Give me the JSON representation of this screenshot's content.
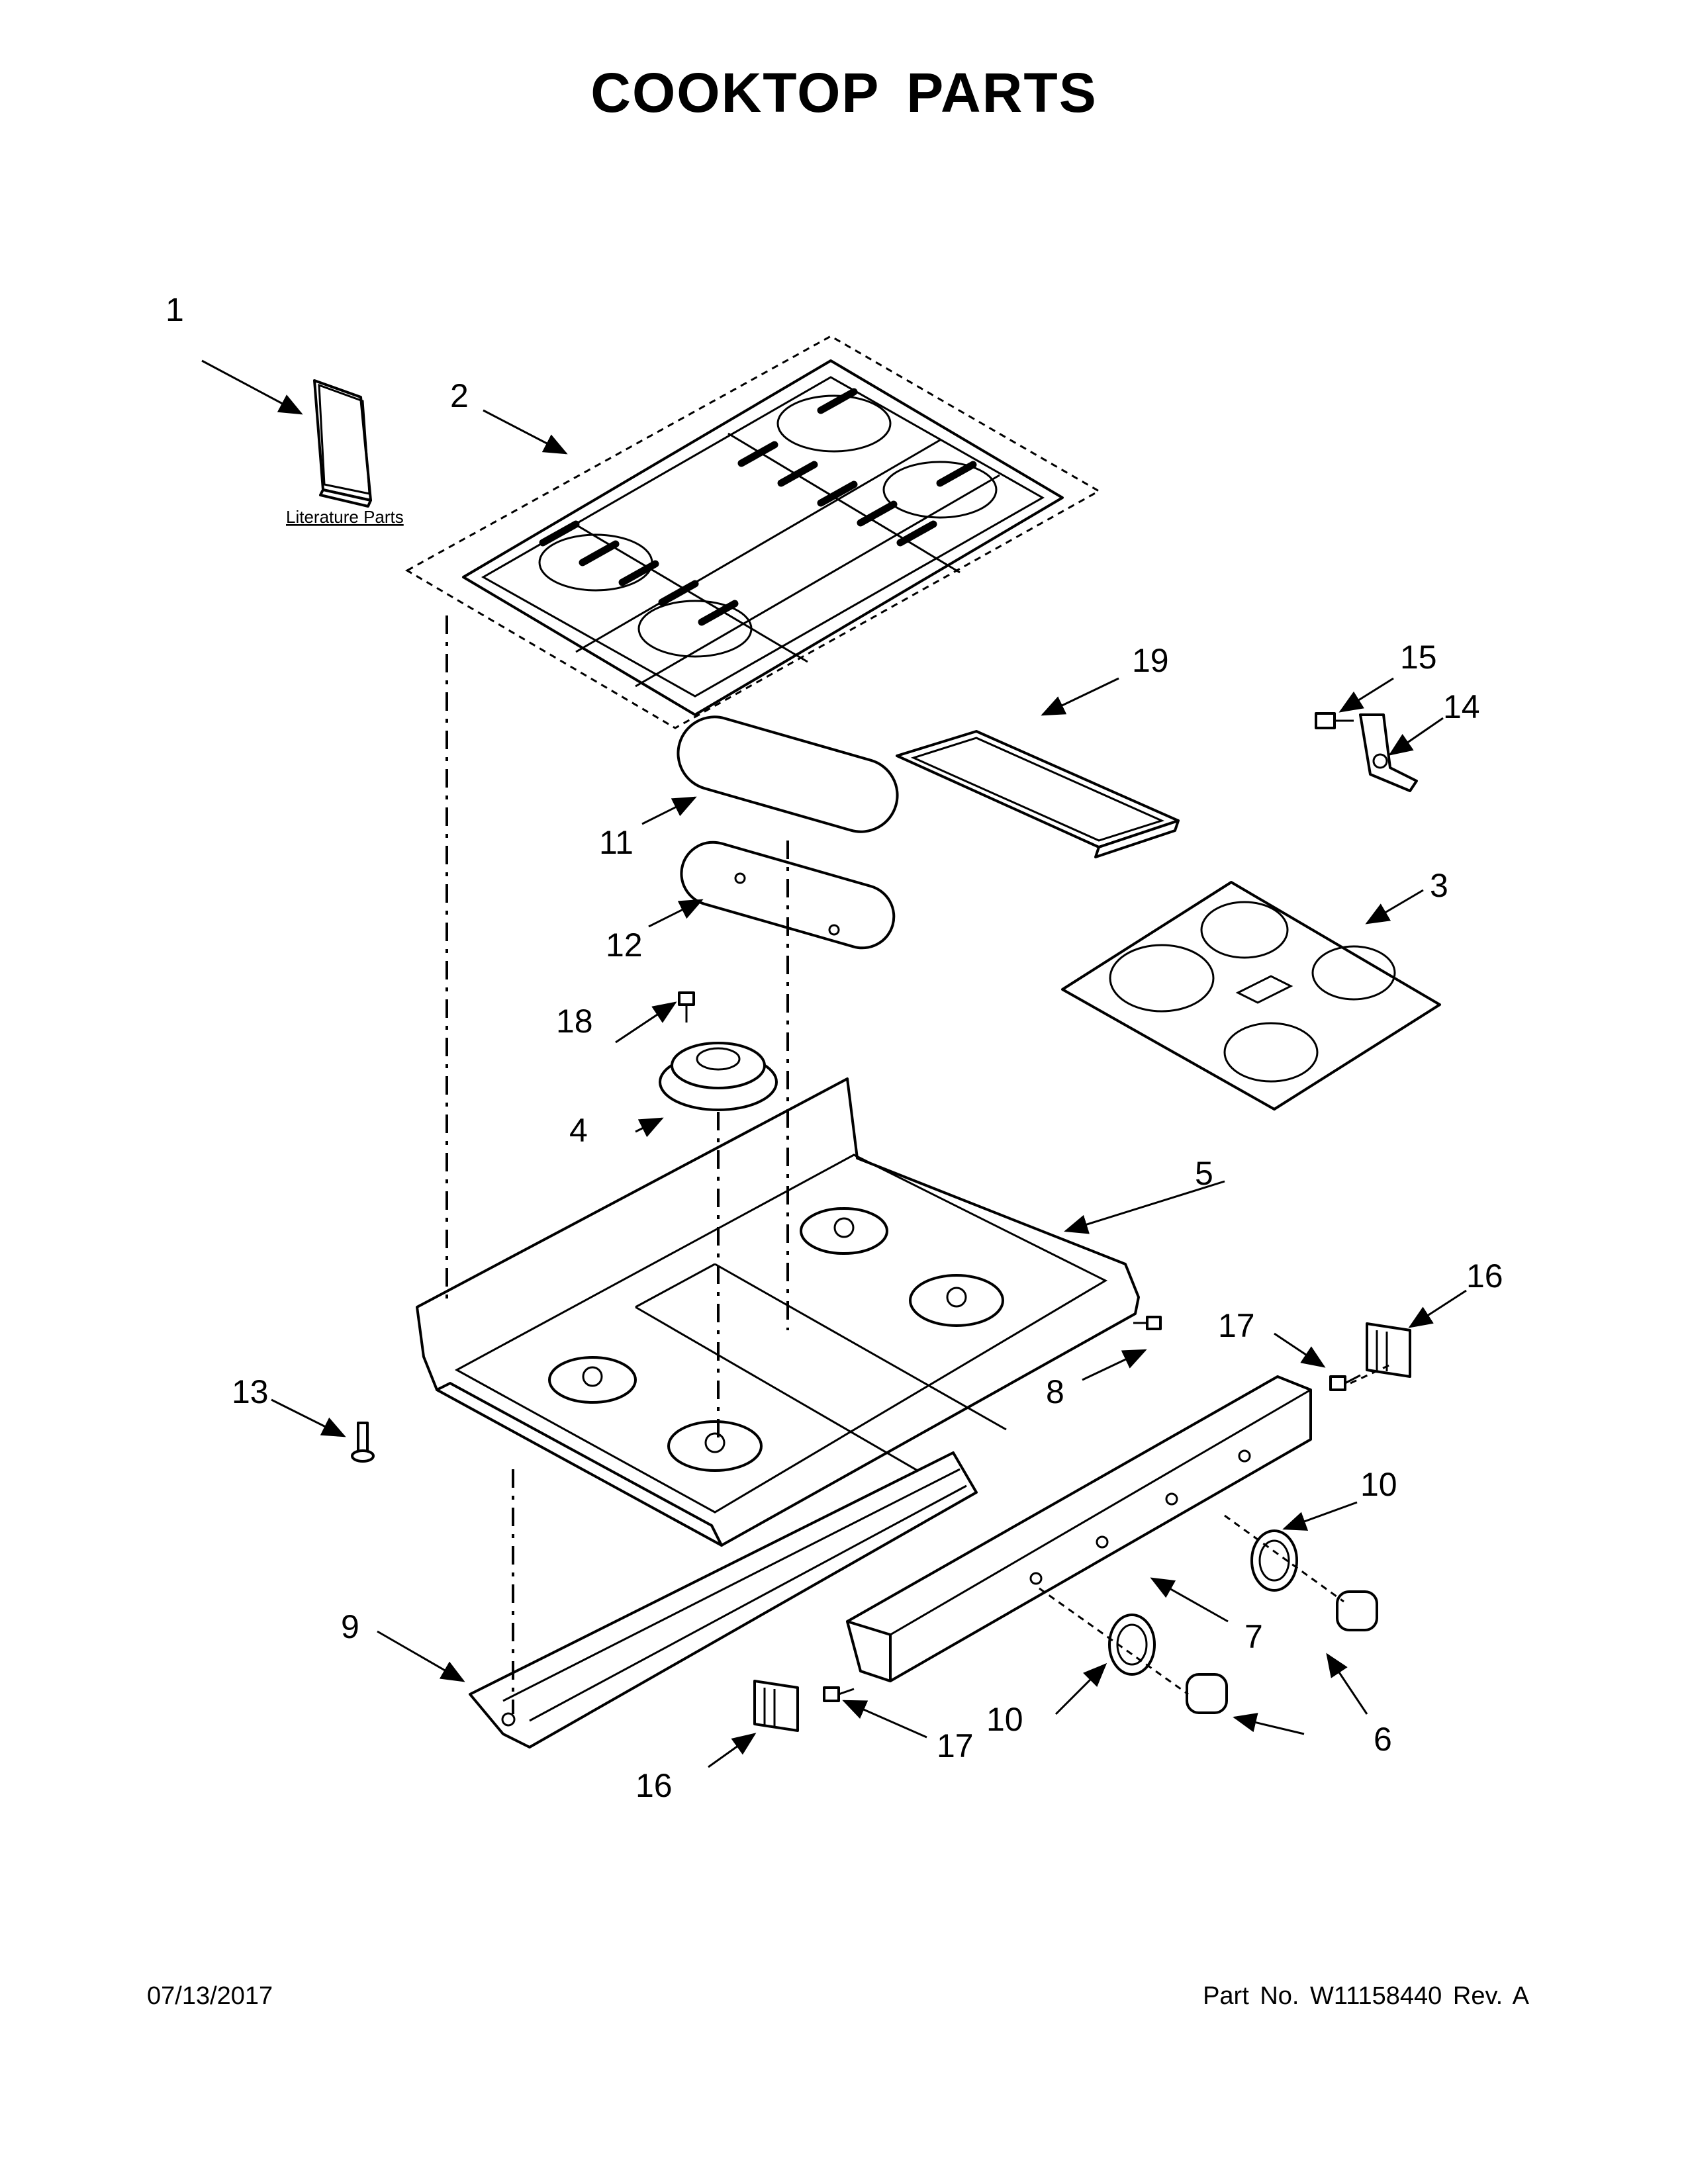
{
  "title": "COOKTOP PARTS",
  "literature_label": "Literature Parts",
  "footer": {
    "date": "07/13/2017",
    "part_number": "Part No.  W11158440  Rev.  A"
  },
  "callouts": {
    "c1": "1",
    "c2": "2",
    "c3": "3",
    "c4": "4",
    "c5": "5",
    "c6": "6",
    "c7": "7",
    "c8": "8",
    "c9": "9",
    "c10a": "10",
    "c10b": "10",
    "c11": "11",
    "c12": "12",
    "c13": "13",
    "c14": "14",
    "c15": "15",
    "c16a": "16",
    "c16b": "16",
    "c17a": "17",
    "c17b": "17",
    "c18": "18",
    "c19": "19"
  }
}
